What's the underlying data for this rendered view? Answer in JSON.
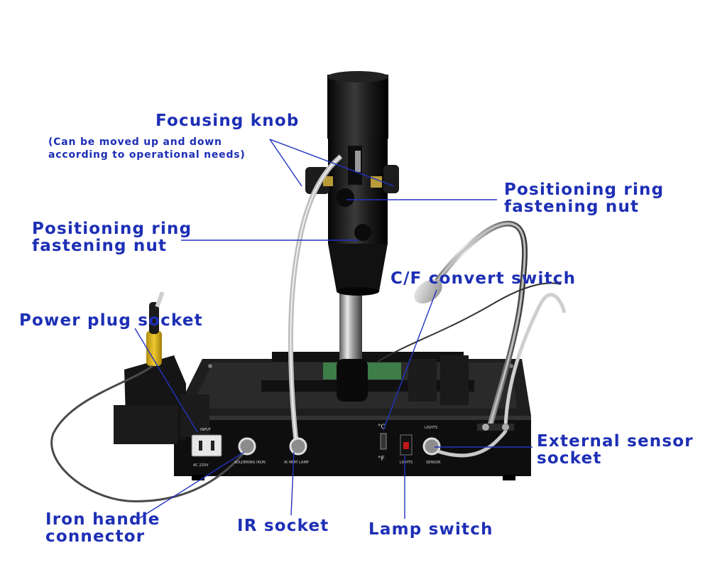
{
  "labels": {
    "focusing_knob": "Focusing knob",
    "focusing_note_1": "(Can be moved up and down",
    "focusing_note_2": "according to operational needs)",
    "positioning_ring_right_1": "Positioning ring",
    "positioning_ring_right_2": "fastening nut",
    "positioning_ring_left_1": "Positioning ring",
    "positioning_ring_left_2": "fastening nut",
    "cf_convert_switch": "C/F convert switch",
    "power_plug_socket": "Power plug socket",
    "external_sensor_1": "External sensor",
    "external_sensor_2": "socket",
    "iron_handle_1": "Iron handle",
    "iron_handle_2": "connector",
    "ir_socket": "IR socket",
    "lamp_switch": "Lamp switch"
  },
  "panel": {
    "input": "INPUT",
    "ac": "AC 220V",
    "soldering_iron": "SOLDERING IRON",
    "ir_heat_lamp": "IR HEAT LAMP",
    "celsius": "°C",
    "fahrenheit": "°F",
    "lights_top": "LIGHTS",
    "lights_bottom": "LIGHTS",
    "sensor": "SENSOR"
  },
  "colors": {
    "label": "#1d2fb5",
    "leader_line": "#2233c0",
    "device_body": "#141414"
  }
}
